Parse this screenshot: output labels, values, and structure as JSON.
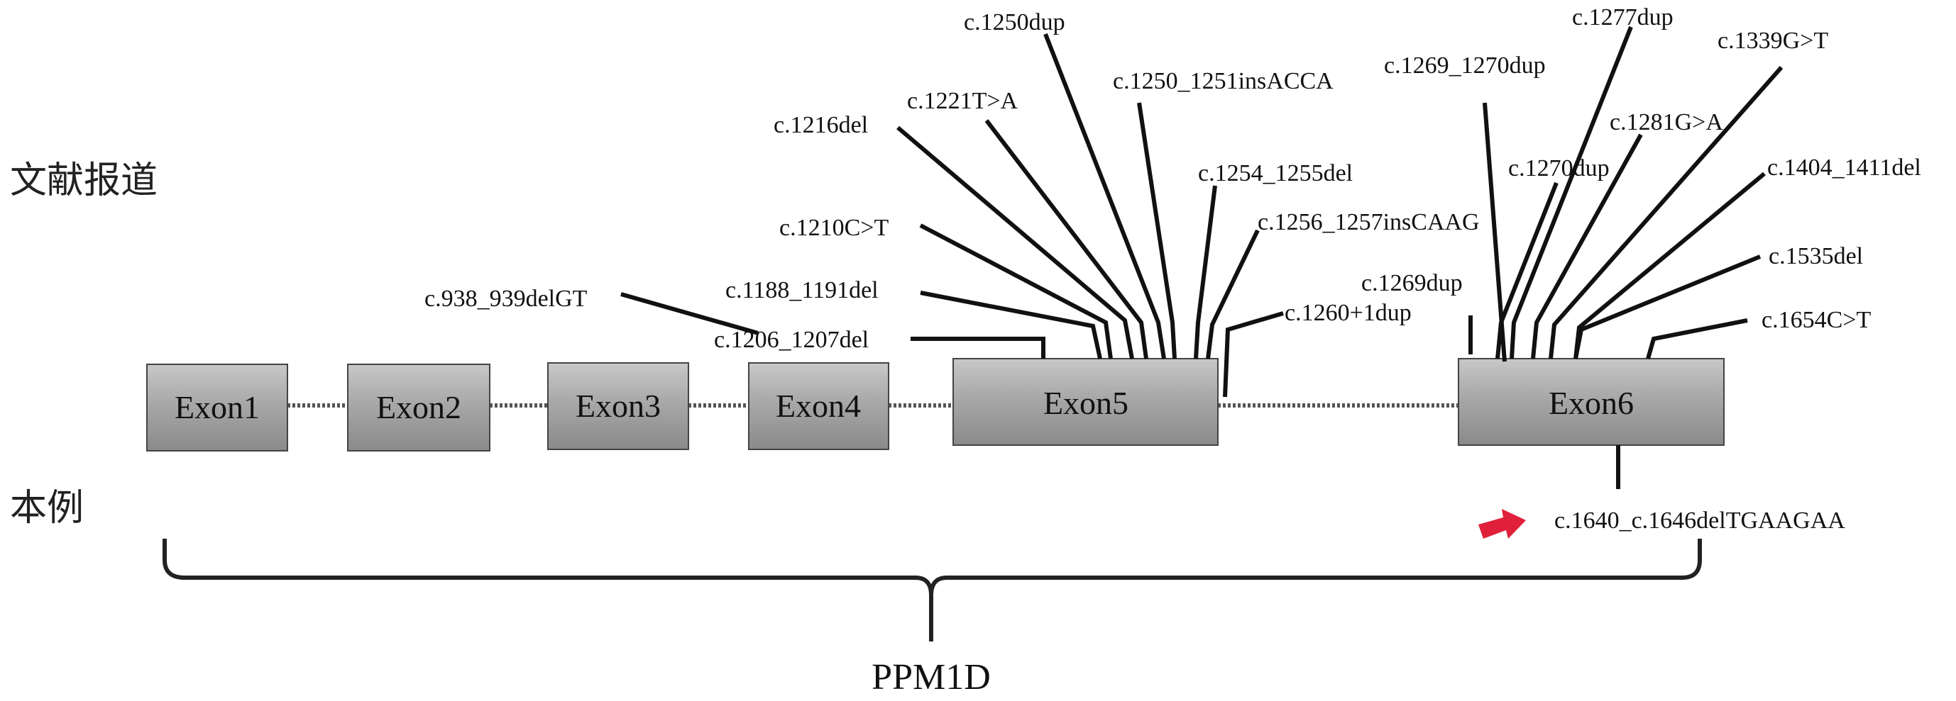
{
  "labels": {
    "reported": "文献报道",
    "this_case": "本例",
    "gene": "PPM1D"
  },
  "exons": [
    "Exon1",
    "Exon2",
    "Exon3",
    "Exon4",
    "Exon5",
    "Exon6"
  ],
  "reported_mutations": [
    "c.938_939delGT",
    "c.1188_1191del",
    "c.1206_1207del",
    "c.1210C>T",
    "c.1216del",
    "c.1221T>A",
    "c.1250dup",
    "c.1250_1251insACCA",
    "c.1254_1255del",
    "c.1256_1257insCAAG",
    "c.1260+1dup",
    "c.1269dup",
    "c.1269_1270dup",
    "c.1270dup",
    "c.1277dup",
    "c.1281G>A",
    "c.1339G>T",
    "c.1404_1411del",
    "c.1535del",
    "c.1654C>T"
  ],
  "this_case_mutation": "c.1640_c.1646delTGAAGAA",
  "colors": {
    "exon_fill_top": "#c8c8c8",
    "exon_fill_bottom": "#8a8a8a",
    "arrow": "#e0203a",
    "line": "#111111"
  }
}
